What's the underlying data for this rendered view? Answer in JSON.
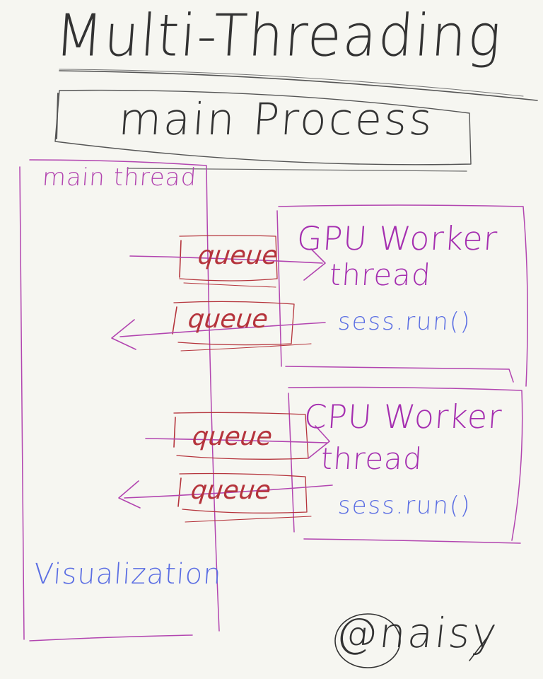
{
  "title": "Multi-Threading",
  "main_process": "main Process",
  "main_thread": "main thread",
  "gpu_worker": {
    "title": "GPU Worker",
    "thread": "thread",
    "call": "sess.run()"
  },
  "cpu_worker": {
    "title": "CPU Worker",
    "thread": "thread",
    "call": "sess.run()"
  },
  "queue_label": "queue",
  "visualization": "Visualization",
  "signature": "@naisy",
  "colors": {
    "ink": "#333333",
    "thread_box": "#b245b0",
    "queue": "#b5343c",
    "code": "#5b6ee3",
    "background": "#f6f6f1"
  }
}
